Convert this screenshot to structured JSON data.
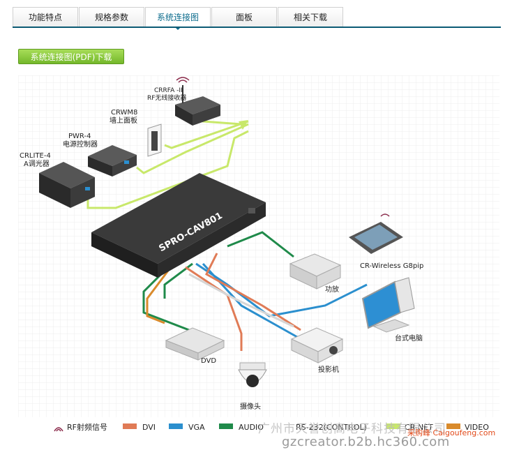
{
  "tabs": [
    {
      "label": "功能特点"
    },
    {
      "label": "规格参数"
    },
    {
      "label": "系统连接图"
    },
    {
      "label": "面板"
    },
    {
      "label": "相关下载"
    }
  ],
  "section": {
    "download_label": "系统连接图(PDF)下载"
  },
  "diagram": {
    "center_device": "SPRO-CAV801",
    "devices": {
      "crrfa_model": "CRRFA -II",
      "crrfa_desc": "RF无线接收器",
      "crwm8_model": "CRWM8",
      "crwm8_desc": "墙上面板",
      "pwr4_model": "PWR-4",
      "pwr4_desc": "电源控制器",
      "crlite_model": "CRLITE-4",
      "crlite_desc": "A调光器",
      "tablet": "CR-Wireless G8pip",
      "amp": "功放",
      "pc": "台式电脑",
      "projector": "投影机",
      "dvd": "DVD",
      "camera": "摄像头"
    },
    "colors": {
      "rf": "#8a2a4a",
      "dvi": "#e07b56",
      "vga": "#2b8fce",
      "audio": "#1f8a4a",
      "rs232": "#dddddd",
      "crnet": "#c8e86a",
      "video": "#d98a2b"
    },
    "legend": [
      {
        "label": "RF射频信号"
      },
      {
        "label": "DVI"
      },
      {
        "label": "VGA"
      },
      {
        "label": "AUDIO"
      },
      {
        "label": "RS-232(CONTROL)"
      },
      {
        "label": "CR-NET"
      },
      {
        "label": "VIDEO"
      }
    ]
  },
  "watermark": {
    "company": "广州市天誉创高电子科技有限公司",
    "site_cn": "采购峰 Caigoufeng.com",
    "url": "gzcreator.b2b.hc360.com"
  }
}
